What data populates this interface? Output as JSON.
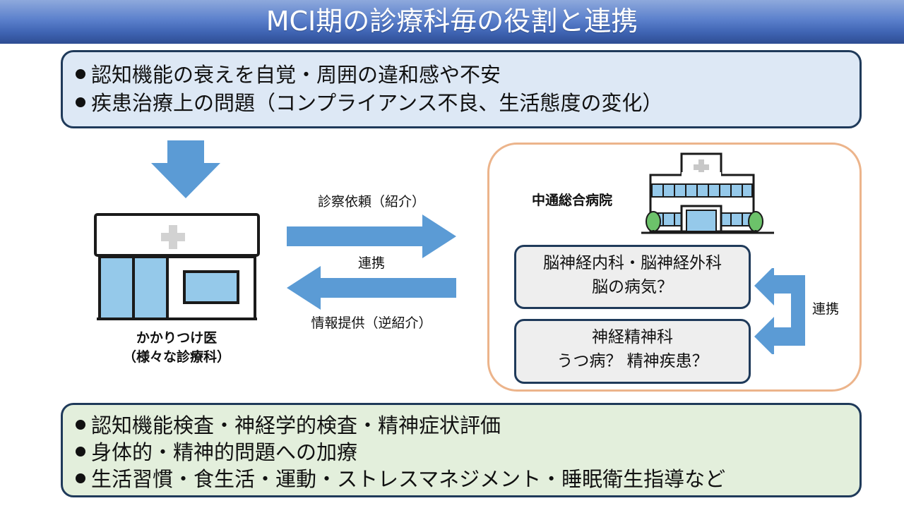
{
  "header": {
    "title": "MCI期の診療科毎の役割と連携"
  },
  "top_box": {
    "items": [
      "認知機能の衰えを自覚・周囲の違和感や不安",
      "疾患治療上の問題（コンプライアンス不良、生活態度の変化）"
    ]
  },
  "clinic": {
    "icon": "clinic-building-icon",
    "line1": "かかりつけ医",
    "line2": "（様々な診療科）"
  },
  "flow": {
    "referral_label": "診察依頼（紹介）",
    "collab_label": "連携",
    "reverse_label": "情報提供（逆紹介）"
  },
  "hospital": {
    "icon": "hospital-building-icon",
    "name": "中通総合病院",
    "departments": [
      {
        "line1": "脳神経内科・脳神経外科",
        "line2": "脳の病気？"
      },
      {
        "line1": "神経精神科",
        "line2": "うつ病？ 精神疾患？"
      }
    ],
    "internal_collab_label": "連携"
  },
  "bottom_box": {
    "items": [
      "認知機能検査・神経学的検査・精神症状評価",
      "身体的・精神的問題への加療",
      "生活習慣・食生活・運動・ストレスマネジメント・睡眠衛生指導など"
    ]
  },
  "colors": {
    "arrow_blue": "#5b9bd5",
    "box_border": "#1f3a5a",
    "top_box_fill": "#dde8f5",
    "bottom_box_fill": "#e3efdc",
    "hospital_frame": "#ecb48b",
    "window_blue": "#95c9ea",
    "tree_green": "#6cc26a"
  }
}
